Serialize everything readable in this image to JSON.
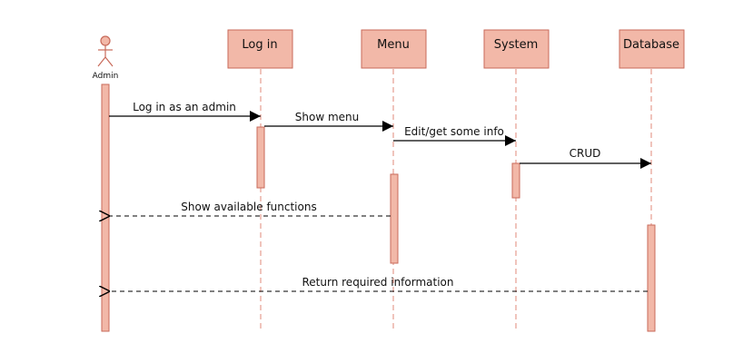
{
  "diagram": {
    "type": "sequence",
    "colors": {
      "box_fill": "#f2b8a8",
      "box_stroke": "#c86a5a",
      "lifeline": "#e08878",
      "arrow": "#000000"
    },
    "actor": {
      "label": "Admin",
      "icon": "stick-figure-icon"
    },
    "participants": [
      {
        "label": "Log in"
      },
      {
        "label": "Menu"
      },
      {
        "label": "System"
      },
      {
        "label": "Database"
      }
    ],
    "messages": [
      {
        "label": "Log in as an admin",
        "from": "Admin",
        "to": "Log in",
        "kind": "sync"
      },
      {
        "label": "Show menu",
        "from": "Log in",
        "to": "Menu",
        "kind": "sync"
      },
      {
        "label": "Edit/get some info",
        "from": "Menu",
        "to": "System",
        "kind": "sync"
      },
      {
        "label": "CRUD",
        "from": "System",
        "to": "Database",
        "kind": "sync"
      },
      {
        "label": "Show available functions",
        "from": "Menu",
        "to": "Admin",
        "kind": "return"
      },
      {
        "label": "Return required information",
        "from": "Database",
        "to": "Admin",
        "kind": "return"
      }
    ]
  }
}
